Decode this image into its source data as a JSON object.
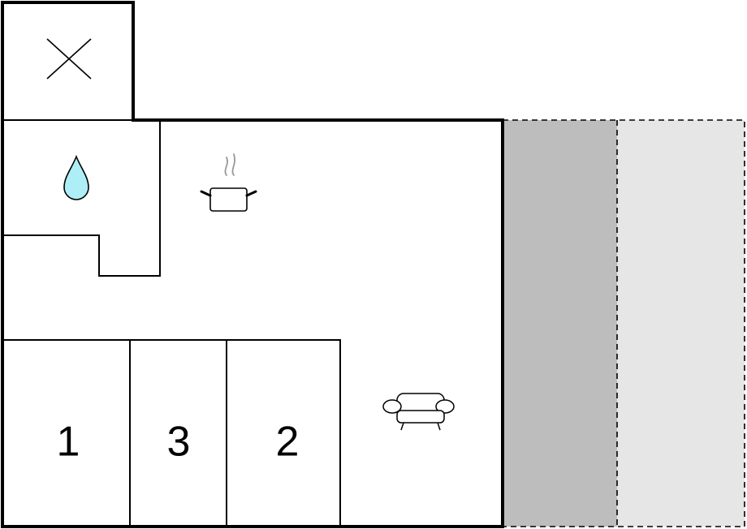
{
  "floor_plan": {
    "rooms": [
      {
        "id": "bedroom-1",
        "label": "1"
      },
      {
        "id": "bedroom-3",
        "label": "3"
      },
      {
        "id": "bedroom-2",
        "label": "2"
      }
    ],
    "icons": [
      {
        "id": "storage",
        "name": "x-mark-icon"
      },
      {
        "id": "bathroom",
        "name": "water-drop-icon"
      },
      {
        "id": "kitchen",
        "name": "cooking-pot-icon"
      },
      {
        "id": "living-room",
        "name": "sofa-icon"
      }
    ],
    "colors": {
      "wall": "#000000",
      "terrace_covered": "#bdbdbd",
      "terrace_open": "#e6e6e6",
      "water": "#aeeef6"
    }
  }
}
